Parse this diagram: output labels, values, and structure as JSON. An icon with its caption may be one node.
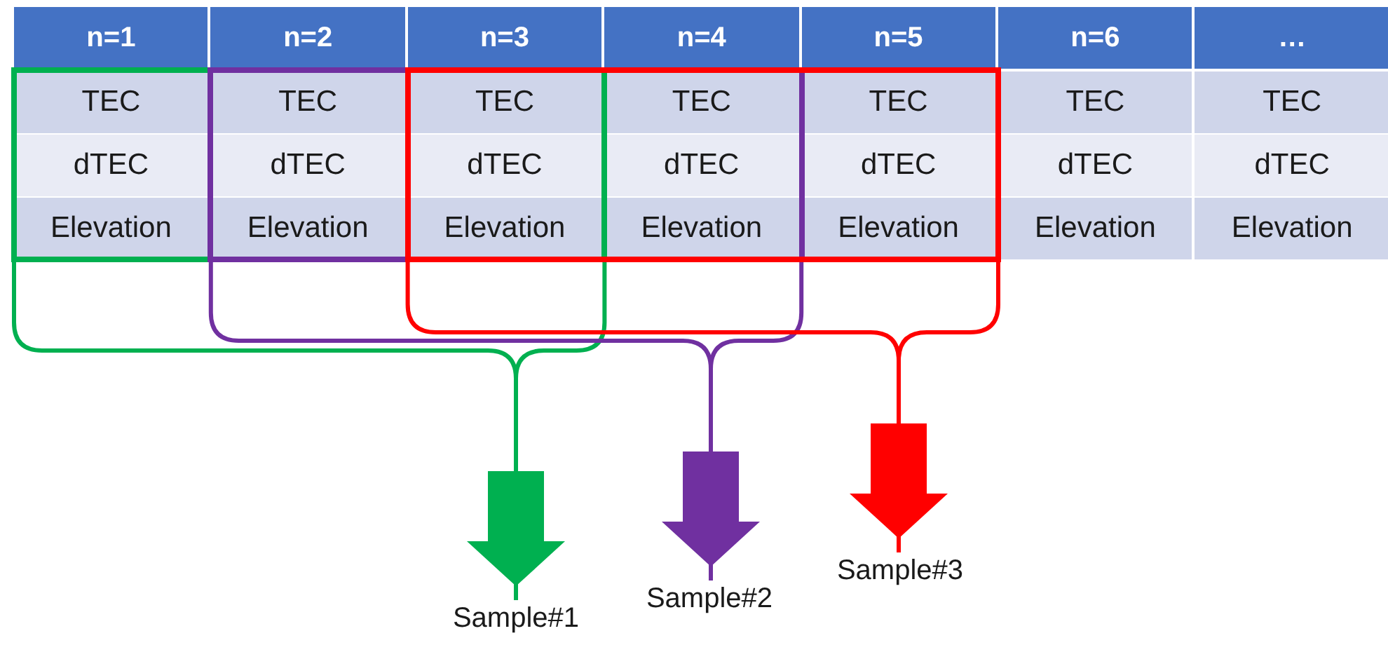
{
  "diagram": {
    "nodes": [
      {
        "text": [],
        "shape": "box"
      },
      {
        "text": [],
        "shape": "box"
      },
      {
        "text": [],
        "shape": "box"
      },
      {
        "text": [
          "Sample#1"
        ]
      },
      {
        "text": [
          "Sample#2"
        ]
      },
      {
        "text": [
          "Sample#3"
        ]
      }
    ],
    "edges": [
      {
        "from": 0,
        "to": 3,
        "arrow": "to",
        "color": "#00b050"
      },
      {
        "from": 1,
        "to": 4,
        "arrow": "to",
        "color": "#7030a0"
      },
      {
        "from": 2,
        "to": 5,
        "arrow": "to",
        "color": "#ff0000"
      }
    ],
    "labels": [
      "n=1",
      "n=2",
      "n=3",
      "n=4",
      "n=5",
      "n=6",
      "…",
      "TEC",
      "TEC",
      "TEC",
      "TEC",
      "TEC",
      "TEC",
      "TEC",
      "dTEC",
      "dTEC",
      "dTEC",
      "dTEC",
      "dTEC",
      "dTEC",
      "dTEC",
      "Elevation",
      "Elevation",
      "Elevation",
      "Elevation",
      "Elevation",
      "Elevation",
      "Elevation"
    ]
  }
}
